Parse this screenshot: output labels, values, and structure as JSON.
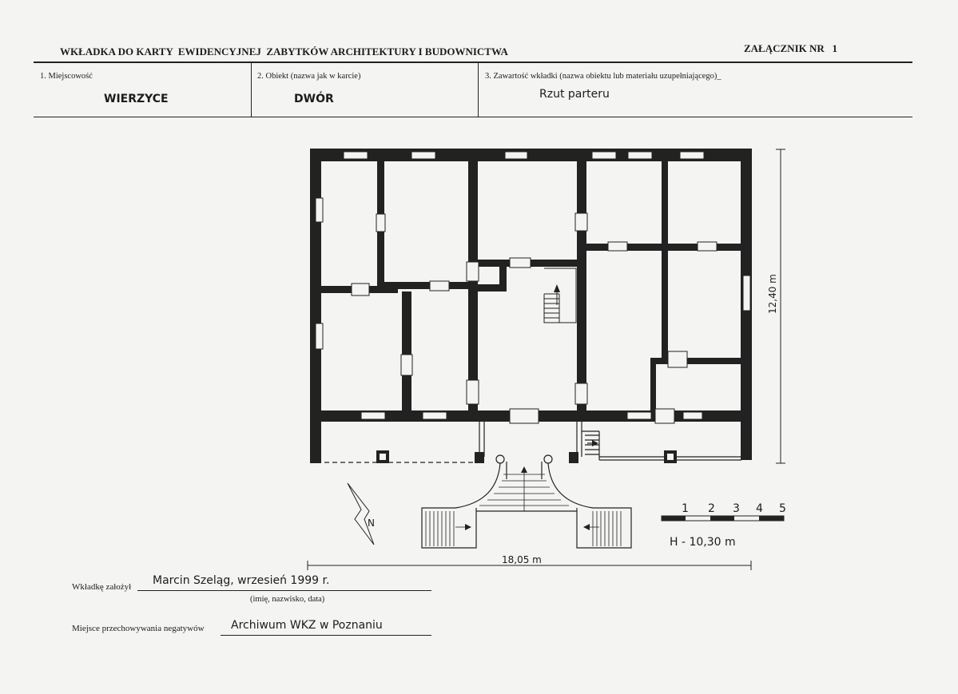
{
  "header": {
    "title": "WKŁADKA DO KARTY  EWIDENCYJNEJ  ZABYTKÓW ARCHITEKTURY I BUDOWNICTWA",
    "attachment": "ZAŁĄCZNIK NR   1"
  },
  "fields": [
    {
      "label": "1. Miejscowość",
      "value": "WIERZYCE"
    },
    {
      "label": "2. Obiekt (nazwa jak w karcie)",
      "value": "DWÓR"
    },
    {
      "label": "3. Zawartość wkładki  (nazwa obiektu lub materiału uzupełniającego)_",
      "value": "Rzut parteru"
    }
  ],
  "plan": {
    "dim_height": "12,40 m",
    "dim_width": "18,05 m",
    "north": "N",
    "scale_ticks": [
      "1",
      "2",
      "3",
      "4",
      "5"
    ],
    "elevation": "H - 10,30 m"
  },
  "footer": {
    "author_label": "Wkładkę założył",
    "author_value": "Marcin Szeląg, wrzesień 1999 r.",
    "author_hint": "(imię, nazwisko, data)",
    "storage_label": "Miejsce przechowywania negatywów",
    "storage_value": "Archiwum WKZ w Poznaniu"
  }
}
